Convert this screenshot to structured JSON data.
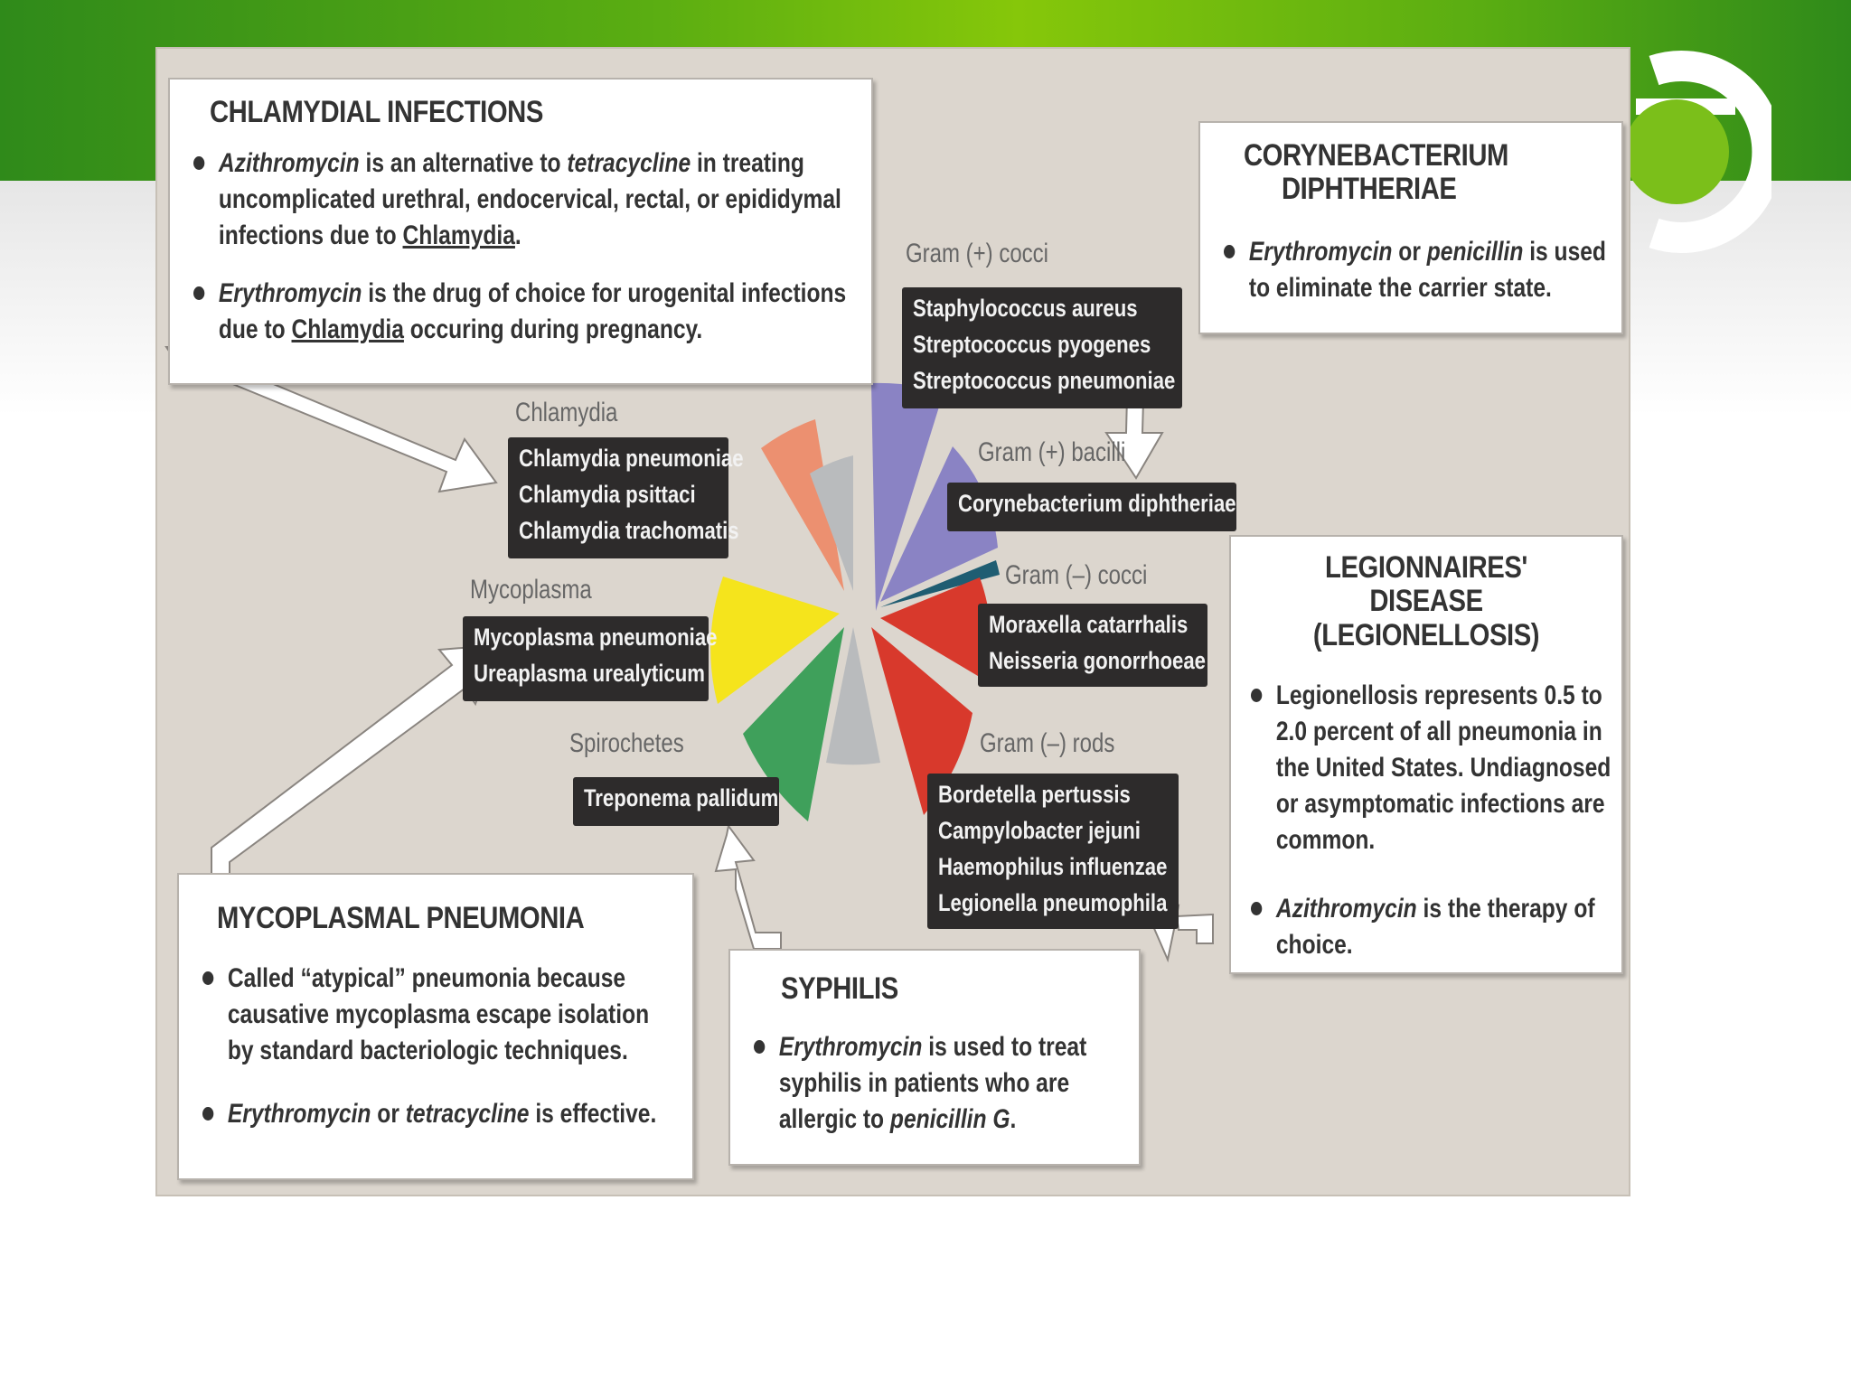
{
  "colors": {
    "purple": "#8a83c4",
    "slate": "#1f5d72",
    "red": "#d8392c",
    "green": "#3fa05b",
    "gray": "#b9bbbd",
    "yellow": "#f5e41c",
    "salmon": "#ec9070",
    "dark_box": "#2d2b2b"
  },
  "categories": [
    {
      "label": "Gram (+) cocci",
      "organisms": [
        "Staphylococcus aureus",
        "Streptococcus pyogenes",
        "Streptococcus pneumoniae"
      ]
    },
    {
      "label": "Gram (+) bacilli",
      "organisms": [
        "Corynebacterium diphtheriae"
      ]
    },
    {
      "label": "Gram (–) cocci",
      "organisms": [
        "Moraxella catarrhalis",
        "Neisseria gonorrhoeae"
      ]
    },
    {
      "label": "Gram (–) rods",
      "organisms": [
        "Bordetella pertussis",
        "Campylobacter jejuni",
        "Haemophilus influenzae",
        "Legionella pneumophila"
      ]
    },
    {
      "label": "Spirochetes",
      "organisms": [
        "Treponema pallidum"
      ]
    },
    {
      "label": "Mycoplasma",
      "organisms": [
        "Mycoplasma pneumoniae",
        "Ureaplasma urealyticum"
      ]
    },
    {
      "label": "Chlamydia",
      "organisms": [
        "Chlamydia pneumoniae",
        "Chlamydia psittaci",
        "Chlamydia trachomatis"
      ]
    }
  ],
  "callouts": {
    "chlamydial": {
      "title": "CHLAMYDIAL INFECTIONS",
      "b1": {
        "t1": "Azithromycin",
        "t2": " is an alternative to ",
        "t3": "tetracycline",
        "t4": " in treating uncomplicated urethral, endocervical, rectal, or epididymal infections due to ",
        "t5": "Chlamydia",
        "t6": "."
      },
      "b2": {
        "t1": "Erythromycin",
        "t2": " is the drug of choice for urogenital infections due to ",
        "t3": "Chlamydia",
        "t4": " occuring during pregnancy."
      }
    },
    "diphtheriae": {
      "title1": "CORYNEBACTERIUM",
      "title2": "DIPHTHERIAE",
      "b1": {
        "t1": "Erythromycin",
        "t2": " or ",
        "t3": "penicillin",
        "t4": " is used to eliminate the carrier state."
      }
    },
    "legionnaires": {
      "title1": "LEGIONNAIRES' DISEASE",
      "title2": "(LEGIONELLOSIS)",
      "b1": "Legionellosis represents 0.5 to 2.0 percent of all pneumonia in the United States. Undiagnosed or asymptomatic infections are common.",
      "b2": {
        "t1": "Azithromycin",
        "t2": " is the therapy of choice."
      }
    },
    "mycoplasmal": {
      "title": "MYCOPLASMAL PNEUMONIA",
      "b1": "Called “atypical” pneumonia because causative mycoplasma escape isolation by standard  bacteriologic techniques.",
      "b2": {
        "t1": "Erythromycin",
        "t2": " or ",
        "t3": "tetracycline",
        "t4": " is effective."
      }
    },
    "syphilis": {
      "title": "SYPHILIS",
      "b1": {
        "t1": "Erythromycin",
        "t2": " is used to treat syphilis in patients who are allergic to ",
        "t3": "penicillin G",
        "t4": "."
      }
    }
  }
}
